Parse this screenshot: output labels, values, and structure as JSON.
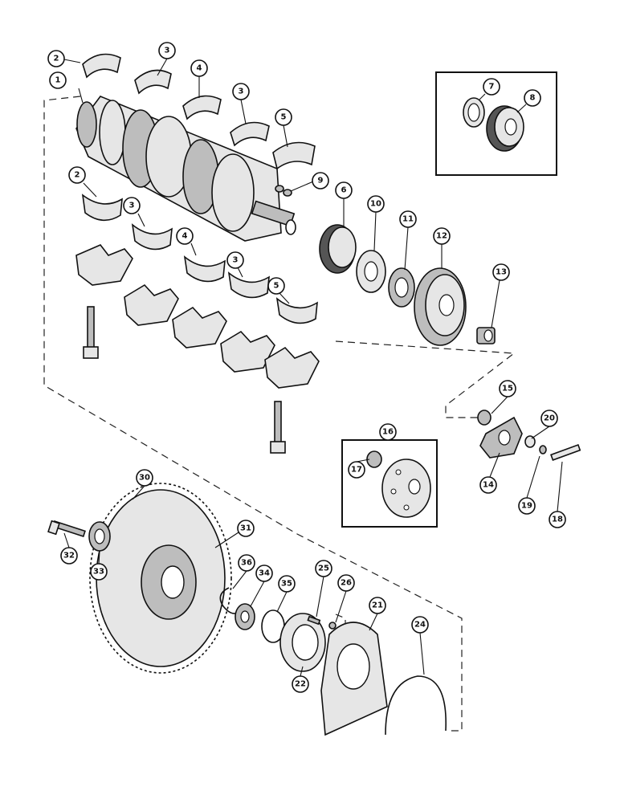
{
  "callouts": [
    {
      "n": "1"
    },
    {
      "n": "2"
    },
    {
      "n": "3"
    },
    {
      "n": "4"
    },
    {
      "n": "3"
    },
    {
      "n": "5"
    },
    {
      "n": "2"
    },
    {
      "n": "3"
    },
    {
      "n": "4"
    },
    {
      "n": "3"
    },
    {
      "n": "5"
    },
    {
      "n": "9"
    },
    {
      "n": "7"
    },
    {
      "n": "8"
    },
    {
      "n": "6"
    },
    {
      "n": "10"
    },
    {
      "n": "11"
    },
    {
      "n": "12"
    },
    {
      "n": "13"
    },
    {
      "n": "15"
    },
    {
      "n": "20"
    },
    {
      "n": "14"
    },
    {
      "n": "19"
    },
    {
      "n": "18"
    },
    {
      "n": "16"
    },
    {
      "n": "17"
    },
    {
      "n": "30"
    },
    {
      "n": "31"
    },
    {
      "n": "32"
    },
    {
      "n": "33"
    },
    {
      "n": "36"
    },
    {
      "n": "34"
    },
    {
      "n": "35"
    },
    {
      "n": "25"
    },
    {
      "n": "26"
    },
    {
      "n": "21"
    },
    {
      "n": "22"
    },
    {
      "n": "24"
    }
  ],
  "insets": [
    "gear-detail-inset",
    "damper-detail-inset"
  ]
}
